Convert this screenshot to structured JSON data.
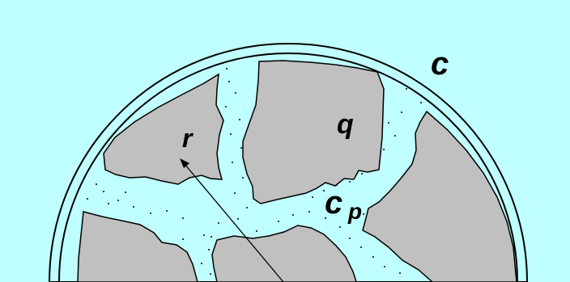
{
  "diagram": {
    "labels": {
      "outer": "c",
      "pore_main": "c",
      "pore_sub": "p",
      "particle": "q",
      "radius": "r"
    },
    "colors": {
      "background": "#c0ffff",
      "pellet_fill": "#c0ffff",
      "particle_fill": "#c0c0c0",
      "outline": "#000000",
      "pore_dots": "#000000"
    }
  }
}
